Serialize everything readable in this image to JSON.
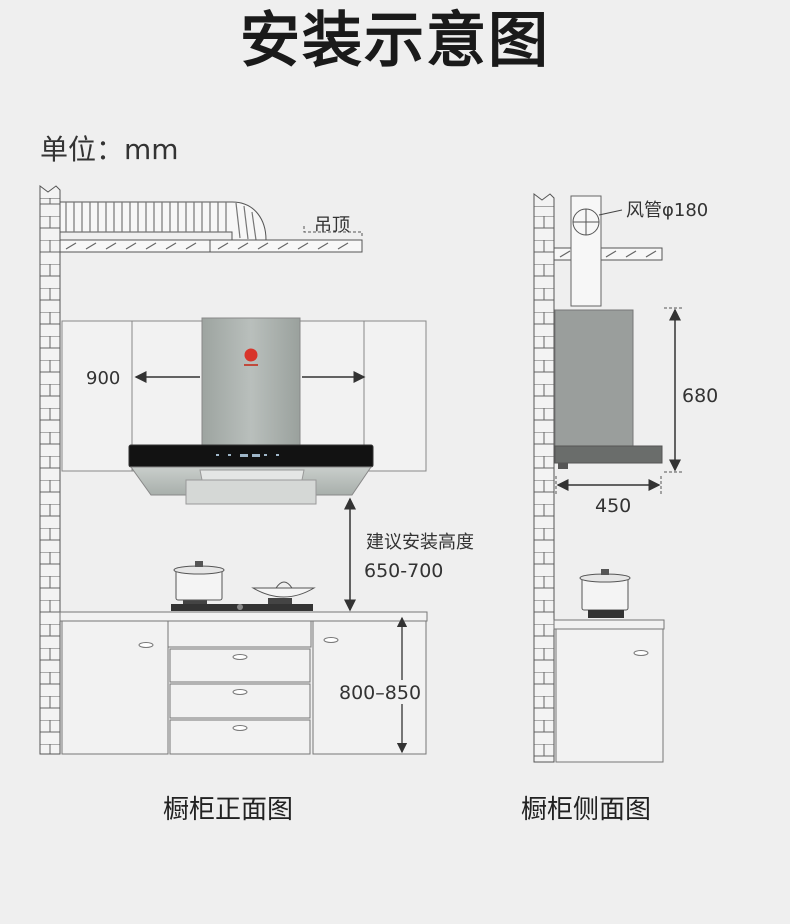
{
  "title": "安装示意图",
  "unit_label": "单位：mm",
  "front_view": {
    "ceiling_label": "吊顶",
    "width_label": "900",
    "install_height_label": "建议安装高度",
    "install_height_value": "650-700",
    "counter_height_label": "800–850",
    "caption": "橱柜正面图"
  },
  "side_view": {
    "duct_label": "风管φ180",
    "height_label": "680",
    "depth_label": "450",
    "caption": "橱柜侧面图"
  },
  "colors": {
    "hood_body": "#a3aaa6",
    "hood_glass": "#111111",
    "line": "#555555",
    "logo": "#d8342a"
  }
}
